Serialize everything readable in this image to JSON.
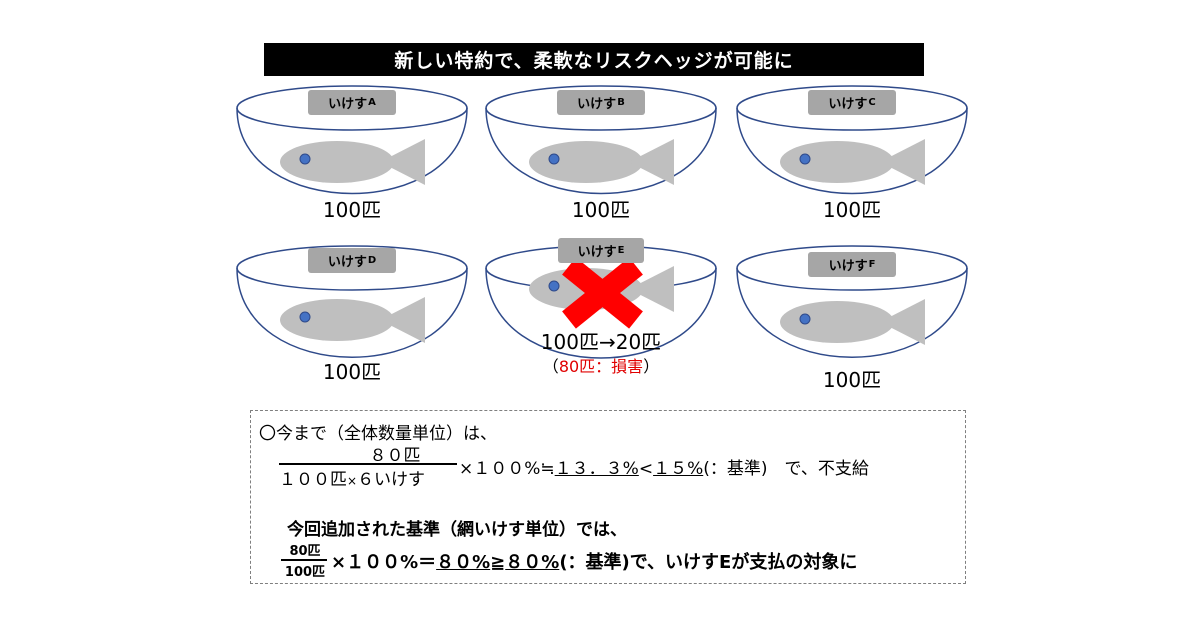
{
  "title": "新しい特約で、柔軟なリスクヘッジが可能に",
  "tanks": [
    {
      "name": "いけす",
      "suffix": "A",
      "count": "100匹"
    },
    {
      "name": "いけす",
      "suffix": "B",
      "count": "100匹"
    },
    {
      "name": "いけす",
      "suffix": "C",
      "count": "100匹"
    },
    {
      "name": "いけす",
      "suffix": "D",
      "count": "100匹"
    },
    {
      "name": "いけす",
      "suffix": "E",
      "count": "100匹→20匹",
      "loss_open": "（",
      "loss": "80匹：損害",
      "loss_close": "）"
    },
    {
      "name": "いけす",
      "suffix": "F",
      "count": "100匹"
    }
  ],
  "colors": {
    "fish": "#bfbfbf",
    "eye": "#4472c4",
    "tank_line": "#2f4a8a",
    "cross": "#ff0000",
    "loss_text": "#e00000"
  },
  "box": {
    "line1": "〇今まで（全体数量単位）は、",
    "f1_num": "８０匹",
    "f1_den": "１００匹",
    "f1_den_x": "×",
    "f1_den_rest": "６いけす",
    "f1_rest_a": "×１００%≒",
    "f1_rest_b": "１３．３%",
    "f1_rest_c": "<",
    "f1_rest_d": "１５%",
    "f1_rest_e": "(：基準)　で、不支給",
    "line2": "今回追加された基準（網いけす単位）では、",
    "f2_num": "80匹",
    "f2_den": "100匹",
    "f2_rest_a": "×１００%＝",
    "f2_rest_b": "８０%",
    "f2_rest_c": "≧",
    "f2_rest_d": "８０%",
    "f2_rest_e": "(：基準)で、いけすEが支払の対象に"
  }
}
